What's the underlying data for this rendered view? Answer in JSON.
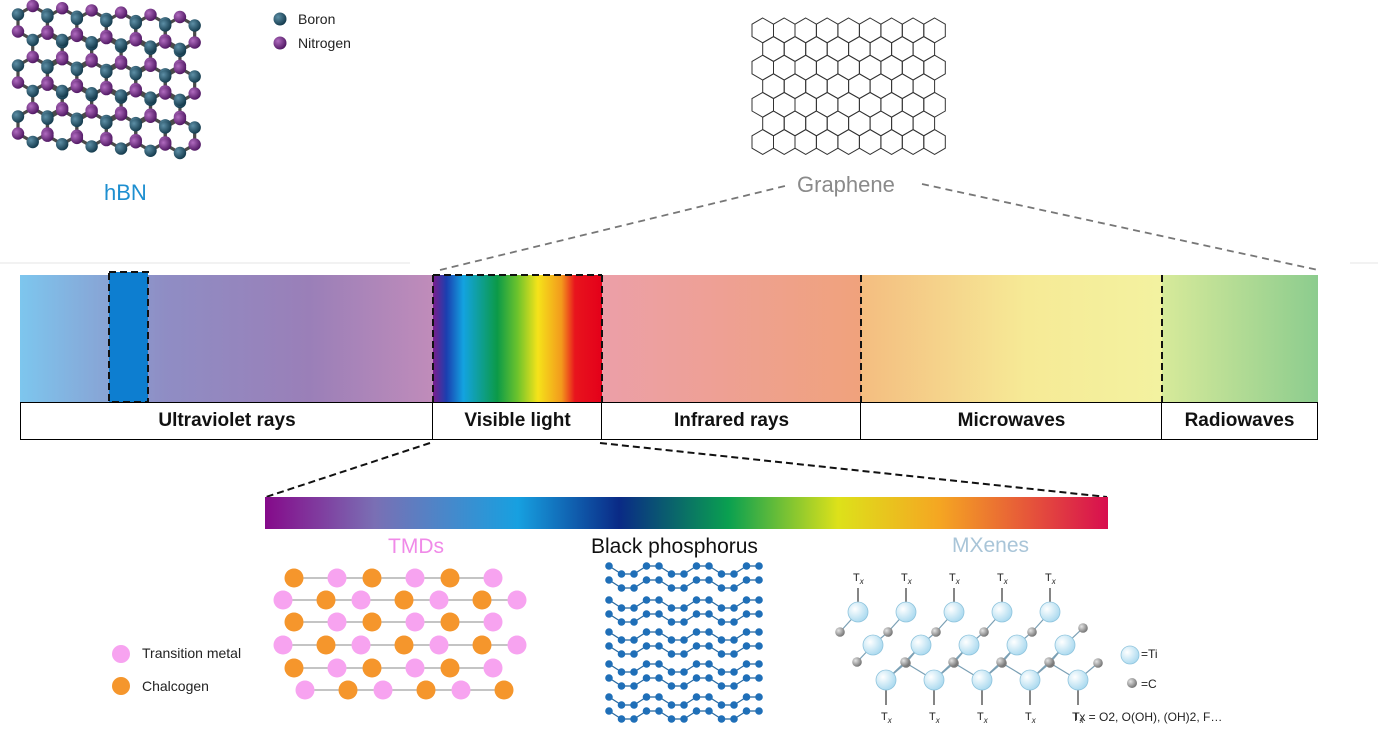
{
  "hbn": {
    "title": "hBN",
    "legend": [
      {
        "label": "Boron",
        "color": "#1f4a5e"
      },
      {
        "label": "Nitrogen",
        "color": "#6b2a7a"
      }
    ]
  },
  "graphene": {
    "title": "Graphene"
  },
  "spectrum": {
    "bands": [
      {
        "label": "Ultraviolet rays"
      },
      {
        "label": "Visible light"
      },
      {
        "label": "Infrared rays"
      },
      {
        "label": "Microwaves"
      },
      {
        "label": "Radiowaves"
      }
    ]
  },
  "materials": {
    "tmds": {
      "title": "TMDs",
      "title_color": "#f08ae8",
      "legend": [
        {
          "label": "Transition metal",
          "color": "#f7a3f0"
        },
        {
          "label": "Chalcogen",
          "color": "#f5962c"
        }
      ]
    },
    "black_phosphorus": {
      "title": "Black phosphorus",
      "atom_color": "#1f6fb8"
    },
    "mxenes": {
      "title": "MXenes",
      "title_color": "#a9c5d8",
      "legend": [
        {
          "label": "=Ti",
          "color": "#cfeaf7"
        },
        {
          "label": "=C",
          "color": "#9a9a9a"
        }
      ],
      "tx_symbol": "T",
      "tx_subscript": "x",
      "tx_formula": "Tx = O2, O(OH), (OH)2, F…"
    }
  }
}
